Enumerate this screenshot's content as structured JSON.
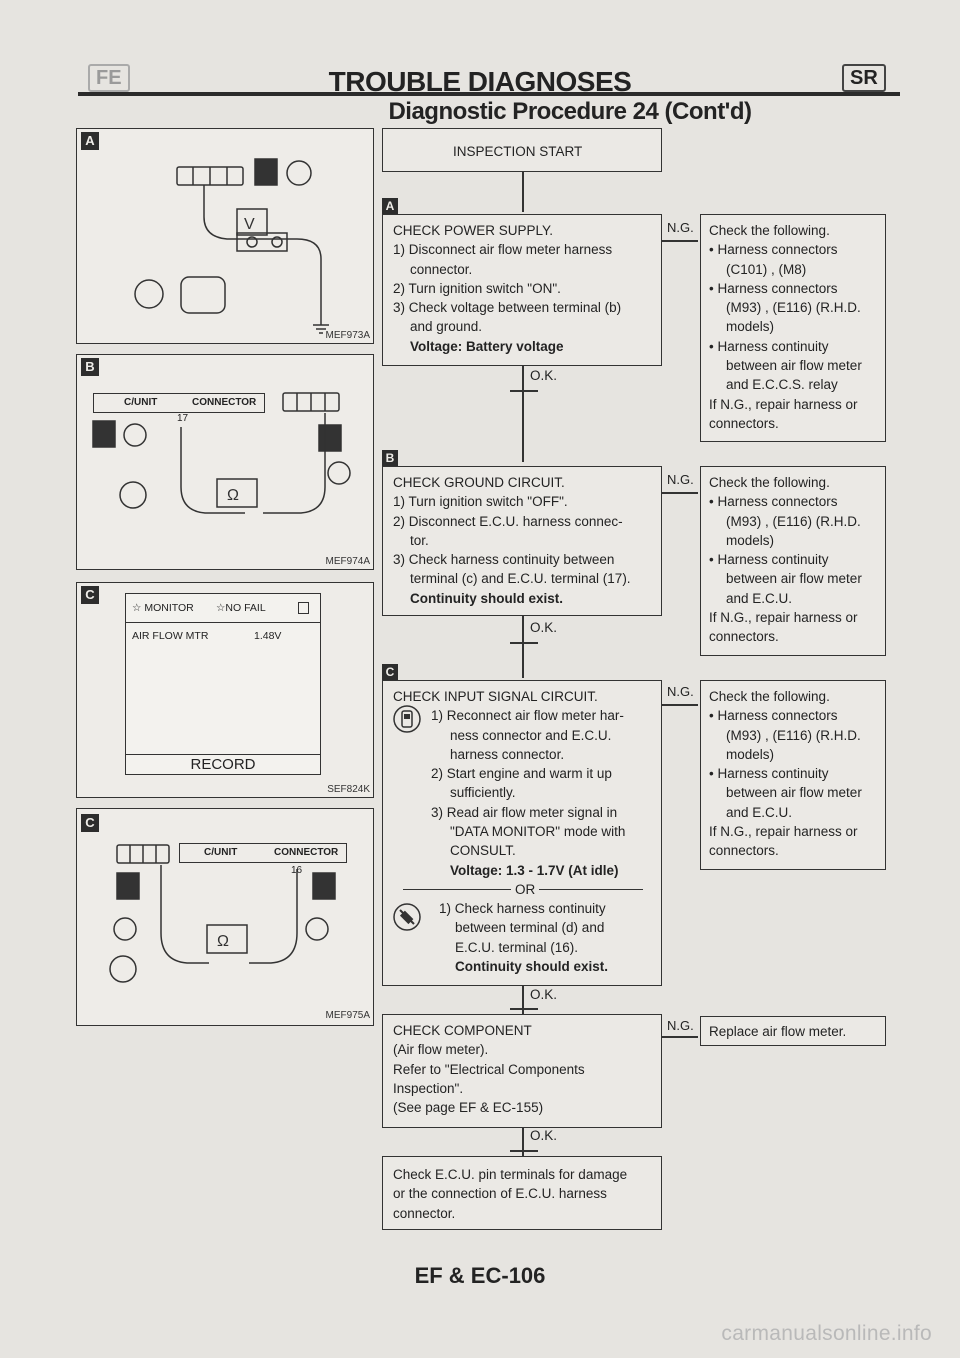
{
  "header": {
    "left_tag": "FE",
    "title": "TROUBLE DIAGNOSES",
    "right_tag": "SR",
    "subtitle": "Diagnostic Procedure 24 (Cont'd)"
  },
  "figures": {
    "a": {
      "letter": "A",
      "code": "MEF973A",
      "meter_label": "V"
    },
    "b": {
      "letter": "B",
      "code": "MEF974A",
      "cunit": "C/UNIT",
      "connector": "CONNECTOR",
      "pin": "17",
      "meter_label": "Ω"
    },
    "c": {
      "letter": "C",
      "code": "SEF824K",
      "monitor": "MONITOR",
      "no_fail": "NO FAIL",
      "item": "AIR FLOW MTR",
      "value": "1.48V",
      "record": "RECORD"
    },
    "d": {
      "letter": "C",
      "code": "MEF975A",
      "cunit": "C/UNIT",
      "connector": "CONNECTOR",
      "pin": "16",
      "meter_label": "Ω"
    }
  },
  "flow": {
    "start": "INSPECTION START",
    "step1": {
      "letter": "A",
      "lines": [
        "CHECK POWER SUPPLY.",
        "1) Disconnect air flow meter harness",
        "connector.",
        "2) Turn ignition switch \"ON\".",
        "3) Check voltage between terminal (b)",
        "and ground."
      ],
      "bold": "Voltage: Battery voltage"
    },
    "step2": {
      "letter": "B",
      "lines": [
        "CHECK GROUND CIRCUIT.",
        "1) Turn ignition switch \"OFF\".",
        "2) Disconnect E.C.U. harness connec-",
        "tor.",
        "3) Check harness continuity between",
        "terminal (c) and E.C.U. terminal (17)."
      ],
      "bold": "Continuity should exist."
    },
    "step3": {
      "letter": "C",
      "title": "CHECK INPUT SIGNAL CIRCUIT.",
      "lines": [
        "1) Reconnect air flow meter har-",
        "ness connector and E.C.U.",
        "harness connector.",
        "2) Start engine and warm it up",
        "sufficiently.",
        "3) Read air flow meter signal in",
        "\"DATA MONITOR\" mode with",
        "CONSULT."
      ],
      "bold": "Voltage: 1.3 - 1.7V (At idle)",
      "or": "OR",
      "alt_lines": [
        "1) Check harness continuity",
        "between terminal (d) and",
        "E.C.U. terminal (16)."
      ],
      "alt_bold": "Continuity should exist."
    },
    "step4": {
      "lines": [
        "CHECK COMPONENT",
        "(Air flow meter).",
        "Refer to \"Electrical Components",
        "Inspection\".",
        "(See page EF & EC-155)"
      ]
    },
    "step5": {
      "lines": [
        "Check E.C.U. pin terminals for damage",
        "or the connection of E.C.U. harness",
        "connector."
      ]
    },
    "ok": "O.K.",
    "ng": "N.G."
  },
  "results": {
    "r1": {
      "lines": [
        "Check the following.",
        "• Harness connectors",
        "(C101) , (M8)",
        "• Harness connectors",
        "(M93) , (E116) (R.H.D.",
        "models)",
        "• Harness continuity",
        "between air flow meter",
        "and E.C.C.S. relay",
        "If N.G., repair harness or",
        "connectors."
      ]
    },
    "r2": {
      "lines": [
        "Check the following.",
        "• Harness connectors",
        "(M93) , (E116) (R.H.D.",
        "models)",
        "• Harness continuity",
        "between air flow meter",
        "and E.C.U.",
        "If N.G., repair harness or",
        "connectors."
      ]
    },
    "r3": {
      "lines": [
        "Check the following.",
        "• Harness connectors",
        "(M93) , (E116) (R.H.D.",
        "models)",
        "• Harness continuity",
        "between air flow meter",
        "and E.C.U.",
        "If N.G., repair harness or",
        "connectors."
      ]
    },
    "r4": {
      "text": "Replace air flow meter."
    }
  },
  "footer": "EF & EC-106",
  "watermark": "carmanualsonline.info"
}
